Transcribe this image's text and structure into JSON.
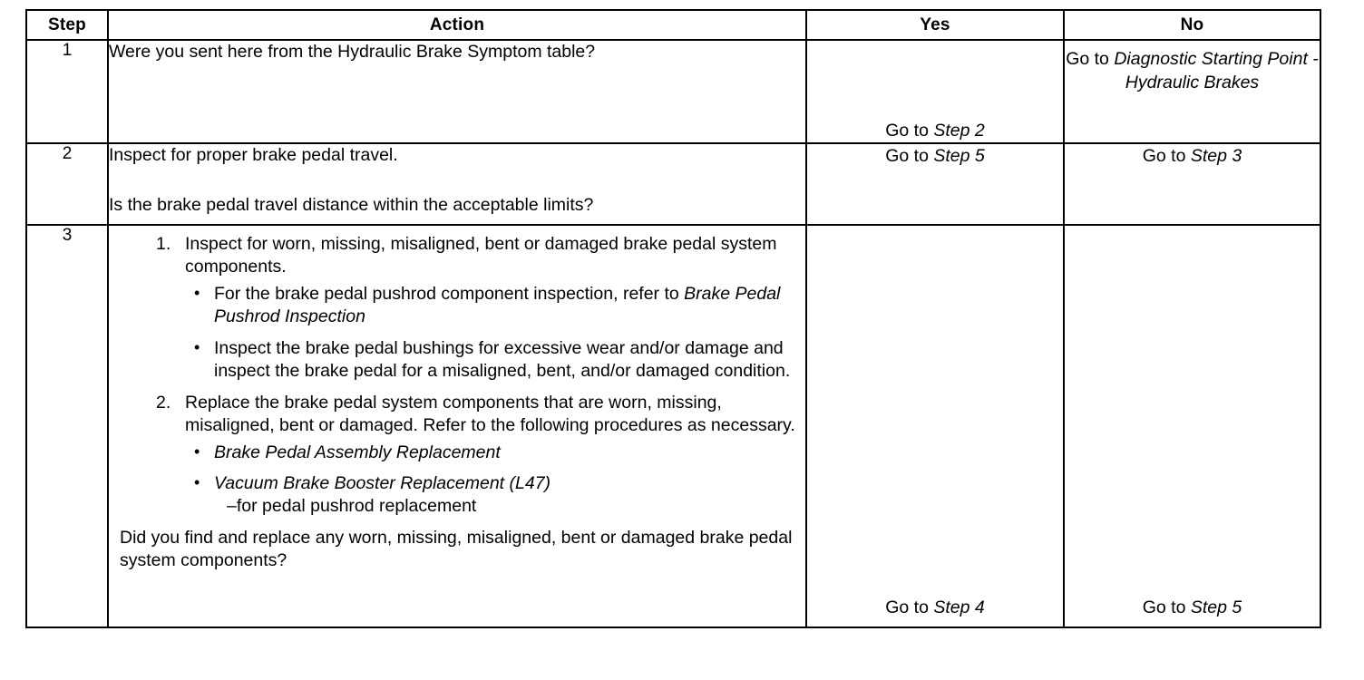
{
  "table": {
    "headers": {
      "step": "Step",
      "action": "Action",
      "yes": "Yes",
      "no": "No"
    },
    "rows": [
      {
        "step": "1",
        "action": {
          "question": "Were you sent here from the Hydraulic Brake Symptom table?"
        },
        "yes": {
          "prefix": "Go to ",
          "ref": "Step 2"
        },
        "no": {
          "prefix": "Go to ",
          "ref": "Diagnostic Starting Point - Hydraulic Brakes"
        }
      },
      {
        "step": "2",
        "action": {
          "line1": "Inspect for proper brake pedal travel.",
          "line2": "Is the brake pedal travel distance within the acceptable limits?"
        },
        "yes": {
          "prefix": "Go to ",
          "ref": "Step 5"
        },
        "no": {
          "prefix": "Go to ",
          "ref": "Step 3"
        }
      },
      {
        "step": "3",
        "action": {
          "item1_num": "1.",
          "item1_text": "Inspect for worn, missing, misaligned, bent or damaged brake pedal system components.",
          "item1_bullets": [
            {
              "pre": "For the brake pedal pushrod component inspection, refer to ",
              "ital": "Brake Pedal Pushrod Inspection",
              "post": ""
            },
            {
              "pre": "Inspect the brake pedal bushings for excessive wear and/or damage and inspect the brake pedal for a misaligned, bent, and/or damaged condition.",
              "ital": "",
              "post": ""
            }
          ],
          "item2_num": "2.",
          "item2_text": "Replace the brake pedal system components that are worn, missing, misaligned, bent or damaged. Refer to the following procedures as necessary.",
          "item2_bullets": [
            {
              "pre": "",
              "ital": "Brake Pedal Assembly Replacement",
              "post": "",
              "note": ""
            },
            {
              "pre": "",
              "ital": "Vacuum Brake Booster Replacement (L47)",
              "post": "",
              "note": "–for pedal pushrod replacement"
            }
          ],
          "question": "Did you find and replace any worn, missing, misaligned, bent or damaged brake pedal system components?"
        },
        "yes": {
          "prefix": "Go to ",
          "ref": "Step 4"
        },
        "no": {
          "prefix": "Go to ",
          "ref": "Step 5"
        }
      }
    ]
  },
  "colors": {
    "border": "#000000",
    "text": "#000000",
    "background": "#ffffff"
  }
}
